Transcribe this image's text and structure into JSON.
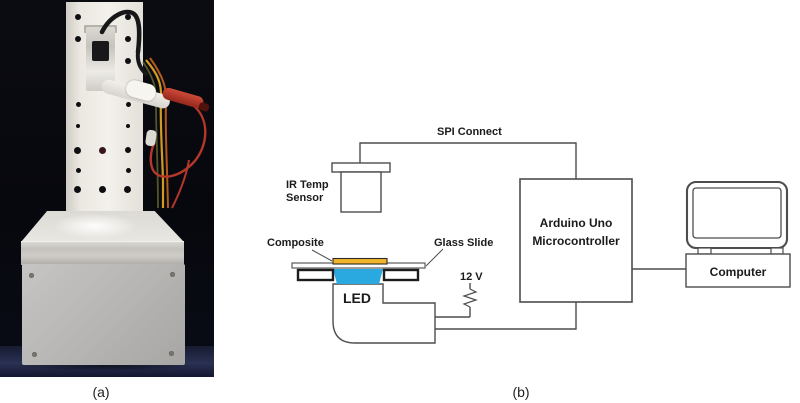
{
  "figure": {
    "caption_a": "(a)",
    "caption_b": "(b)"
  },
  "photo": {
    "subject": "experimental apparatus on black backdrop"
  },
  "diagram": {
    "labels": {
      "spi": "SPI Connect",
      "ir_sensor_line1": "IR Temp",
      "ir_sensor_line2": "Sensor",
      "composite": "Composite",
      "glass_slide": "Glass Slide",
      "voltage": "12 V",
      "led": "LED",
      "arduino_line1": "Arduino Uno",
      "arduino_line2": "Microcontroller",
      "computer": "Computer"
    },
    "colors": {
      "line": "#4d4d4d",
      "composite_fill": "#F2B42A",
      "led_beam_fill": "#29A9E0"
    }
  }
}
